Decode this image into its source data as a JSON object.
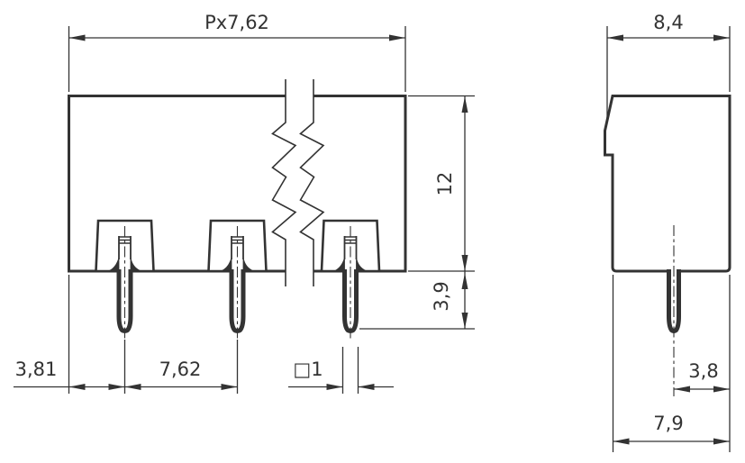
{
  "front": {
    "pitch_total": "Px7,62",
    "body_height": "12",
    "pin_protrusion": "3,9",
    "edge_to_pin": "3,81",
    "pin_pitch": "7,62",
    "pin_square": "□1"
  },
  "side": {
    "overall_depth": "8,4",
    "pin_to_face": "3,8",
    "body_depth": "7,9"
  },
  "colors": {
    "line": "#333333",
    "background": "#ffffff"
  }
}
